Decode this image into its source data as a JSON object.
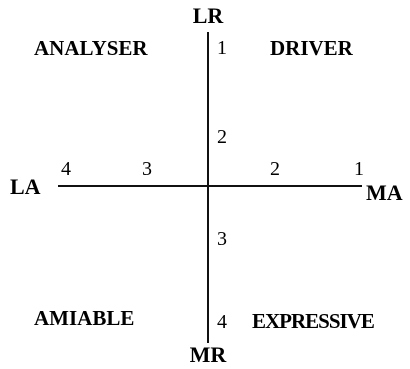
{
  "axes": {
    "vertical_top": "LR",
    "vertical_bottom": "MR",
    "horizontal_left": "LA",
    "horizontal_right": "MA",
    "line_color": "#111111"
  },
  "quadrants": {
    "top_left": "ANALYSER",
    "top_right": "DRIVER",
    "bottom_left": "AMIABLE",
    "bottom_right": "EXPRESSIVE"
  },
  "ticks": {
    "vertical_upper": [
      "1",
      "2"
    ],
    "vertical_lower": [
      "3",
      "4"
    ],
    "horizontal_left": [
      "4",
      "3"
    ],
    "horizontal_right": [
      "2",
      "1"
    ]
  }
}
